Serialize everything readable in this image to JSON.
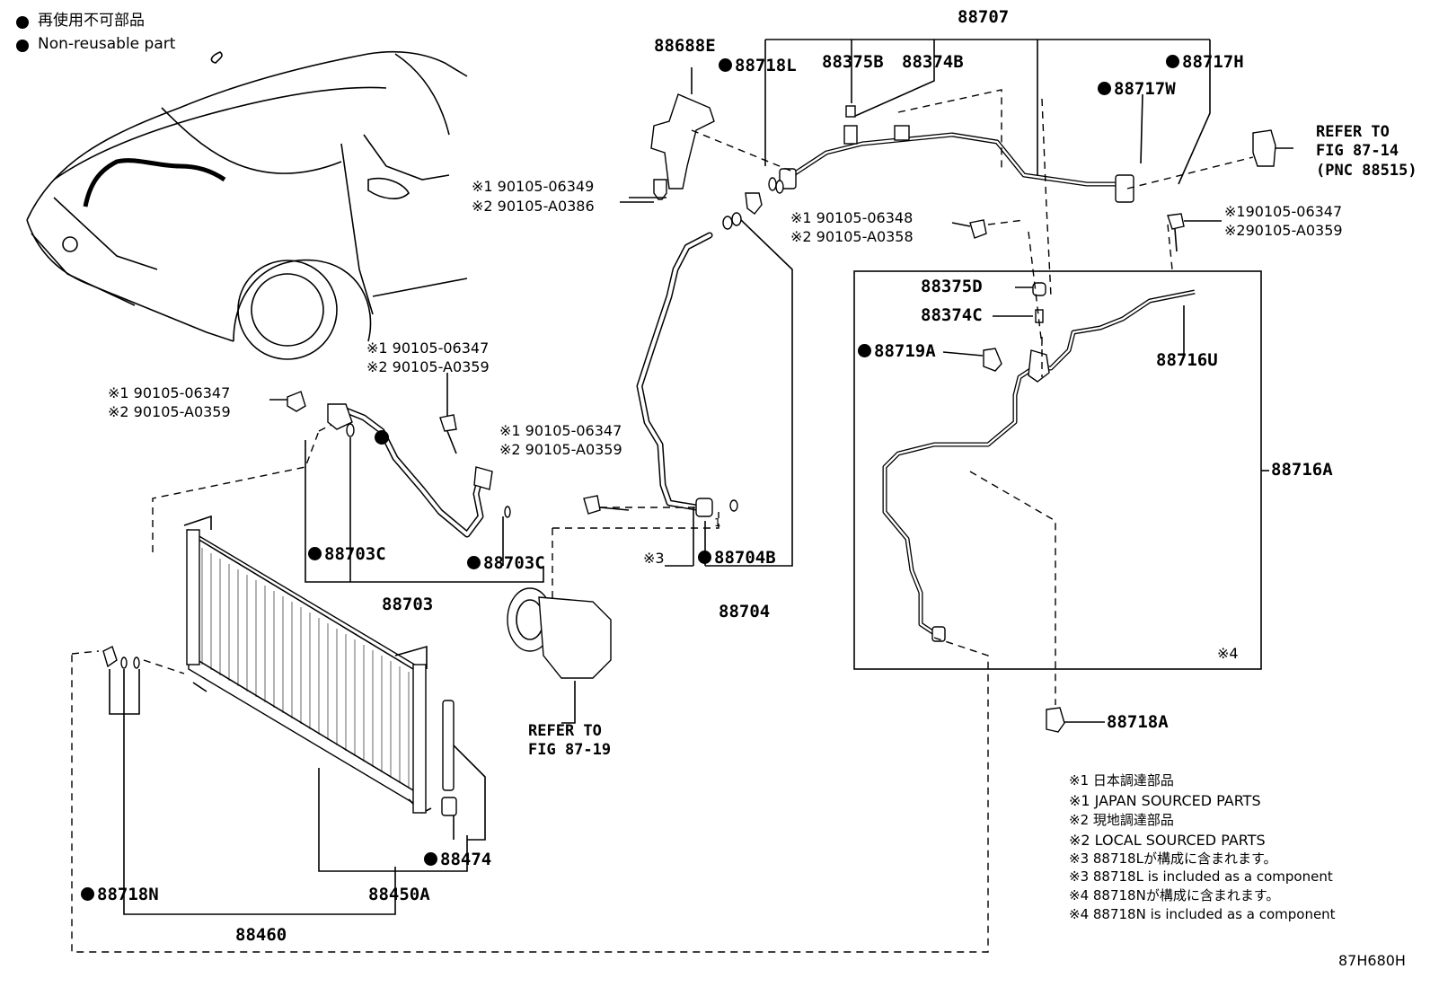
{
  "legend": {
    "jp": "再使用不可部品",
    "en": "Non-reusable part"
  },
  "parts": {
    "p88707": "88707",
    "p88688E": "88688E",
    "p88718L": "88718L",
    "p88375B": "88375B",
    "p88374B": "88374B",
    "p88717H": "88717H",
    "p88717W": "88717W",
    "p88716A": "88716A",
    "p88375D": "88375D",
    "p88374C": "88374C",
    "p88719A": "88719A",
    "p88716U": "88716U",
    "p88718A": "88718A",
    "p88703": "88703",
    "p88703C_a": "88703C",
    "p88703C_b": "88703C",
    "p88704": "88704",
    "p88704B": "88704B",
    "p88474": "88474",
    "p88450A": "88450A",
    "p88460": "88460",
    "p88718N": "88718N"
  },
  "bolts": {
    "b1_1": "※1 90105-06349",
    "b1_2": "※2 90105-A0386",
    "b2_1": "※1 90105-06348",
    "b2_2": "※2 90105-A0358",
    "b3_1": "※190105-06347",
    "b3_2": "※290105-A0359",
    "b4_1": "※1 90105-06347",
    "b4_2": "※2 90105-A0359",
    "b5_1": "※1 90105-06347",
    "b5_2": "※2 90105-A0359",
    "b6_1": "※1 90105-06347",
    "b6_2": "※2 90105-A0359"
  },
  "refs": {
    "ref1_l1": "REFER TO",
    "ref1_l2": "FIG 87-14",
    "ref1_l3": "(PNC 88515)",
    "ref2_l1": "REFER TO",
    "ref2_l2": "FIG 87-19"
  },
  "marks": {
    "m3": "※3",
    "m4": "※4",
    "one": "1"
  },
  "notes": [
    "※1 日本調達部品",
    "※1 JAPAN SOURCED PARTS",
    "※2 現地調達部品",
    "※2 LOCAL SOURCED PARTS",
    "※3 88718Lが構成に含まれます。",
    "※3 88718L  is included as a component",
    "※4 88718Nが構成に含まれます。",
    "※4 88718N is included as a component"
  ],
  "figure_code": "87H680H"
}
